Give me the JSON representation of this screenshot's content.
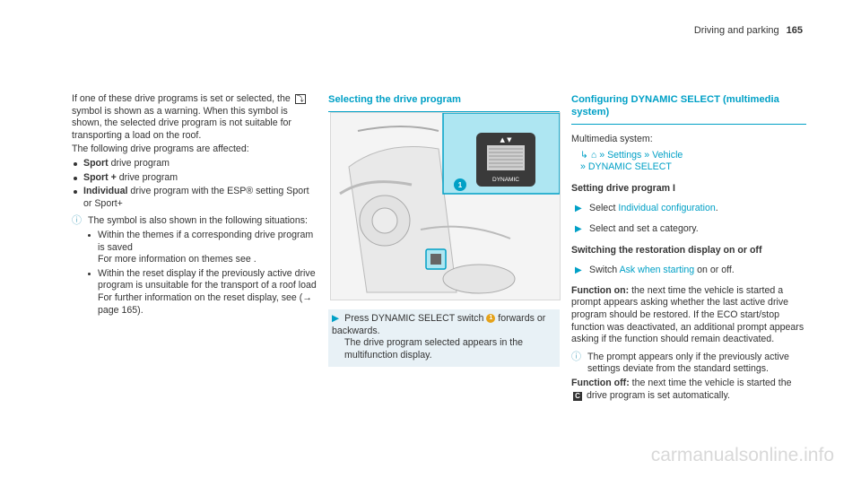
{
  "header": {
    "section": "Driving and parking",
    "page": "165"
  },
  "col1": {
    "intro": "If one of these drive programs is set or selected, the",
    "intro2": "symbol is shown as a warning. When this symbol is shown, the selected drive program is not suitable for transporting a load on the roof.",
    "affected": "The following drive programs are affected:",
    "items": [
      {
        "bold": "Sport",
        "text": " drive program"
      },
      {
        "bold": "Sport +",
        "text": " drive program"
      },
      {
        "bold": "Individual",
        "text": " drive program with the ESP® setting Sport or Sport+"
      }
    ],
    "note": "The symbol is also shown in the following situations:",
    "sub": [
      {
        "text": "Within the themes if a corresponding drive program is saved",
        "more": "For more information on themes see ."
      },
      {
        "text": "Within the reset display if the previously active drive program is unsuitable for the transport of a roof load",
        "more": "For further information on the reset display, see (→ page 165)."
      }
    ]
  },
  "col2": {
    "title": "Selecting the drive program",
    "illus_label": "DYNAMIC",
    "callout": "1",
    "instr1": "Press DYNAMIC SELECT switch",
    "instr2": "forwards or backwards.",
    "instr3": "The drive program selected appears in the multifunction display."
  },
  "col3": {
    "title": "Configuring DYNAMIC SELECT (multimedia system)",
    "system": "Multimedia system:",
    "path": [
      "Settings",
      "Vehicle",
      "DYNAMIC SELECT"
    ],
    "h1": "Setting drive program I",
    "a1pre": "Select ",
    "a1link": "Individual configuration",
    "a1post": ".",
    "a2": "Select and set a category.",
    "h2": "Switching the restoration display on or off",
    "a3pre": "Switch ",
    "a3link": "Ask when starting",
    "a3post": " on or off.",
    "on_label": "Function on:",
    "on_text": " the next time the vehicle is started a prompt appears asking whether the last active drive program should be restored. If the ECO start/stop function was deactivated, an additional prompt appears asking if the function should remain deactivated.",
    "note": "The prompt appears only if the previously active settings deviate from the standard settings.",
    "off_label": "Function off:",
    "off_text1": " the next time the vehicle is started the",
    "off_text2": "drive program is set automatically."
  },
  "watermark": "carmanualsonline.info"
}
